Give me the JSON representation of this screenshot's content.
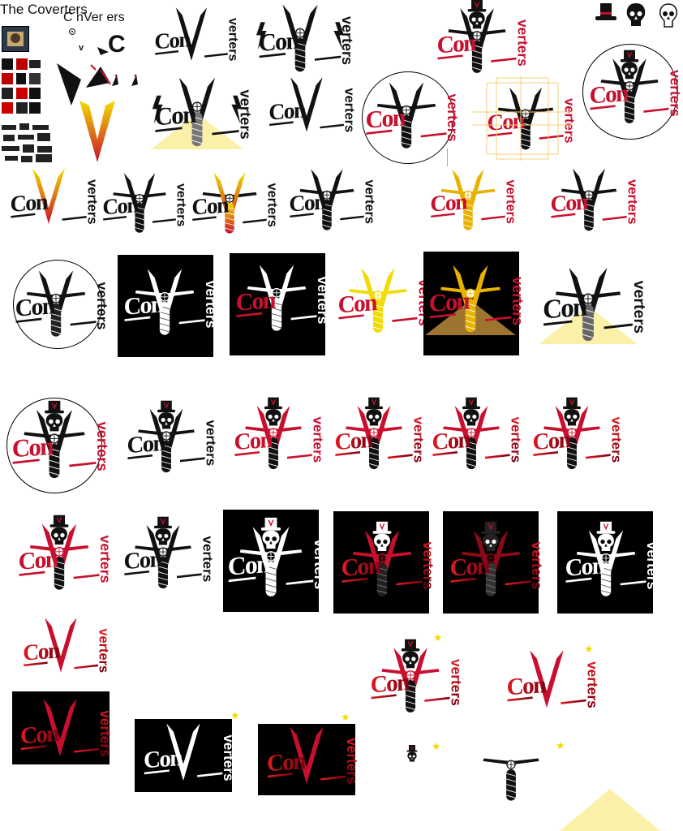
{
  "title": "The Coverters",
  "subtitle": "C  nVer  ers",
  "letters": {
    "v": "v",
    "c": "C"
  },
  "logo": {
    "left": "Con",
    "right": "verters"
  },
  "colors": {
    "red": "#c8102e",
    "black": "#000000",
    "white": "#ffffff",
    "yellow": "#f2dc00",
    "gold": "#e8b300",
    "light_beam": "#fbf0a8",
    "selection_box": "#f3d27a"
  },
  "icons": [
    "top-hat-icon",
    "skull-icon",
    "skull-outline-icon",
    "star-icon",
    "handlebar-icon"
  ]
}
